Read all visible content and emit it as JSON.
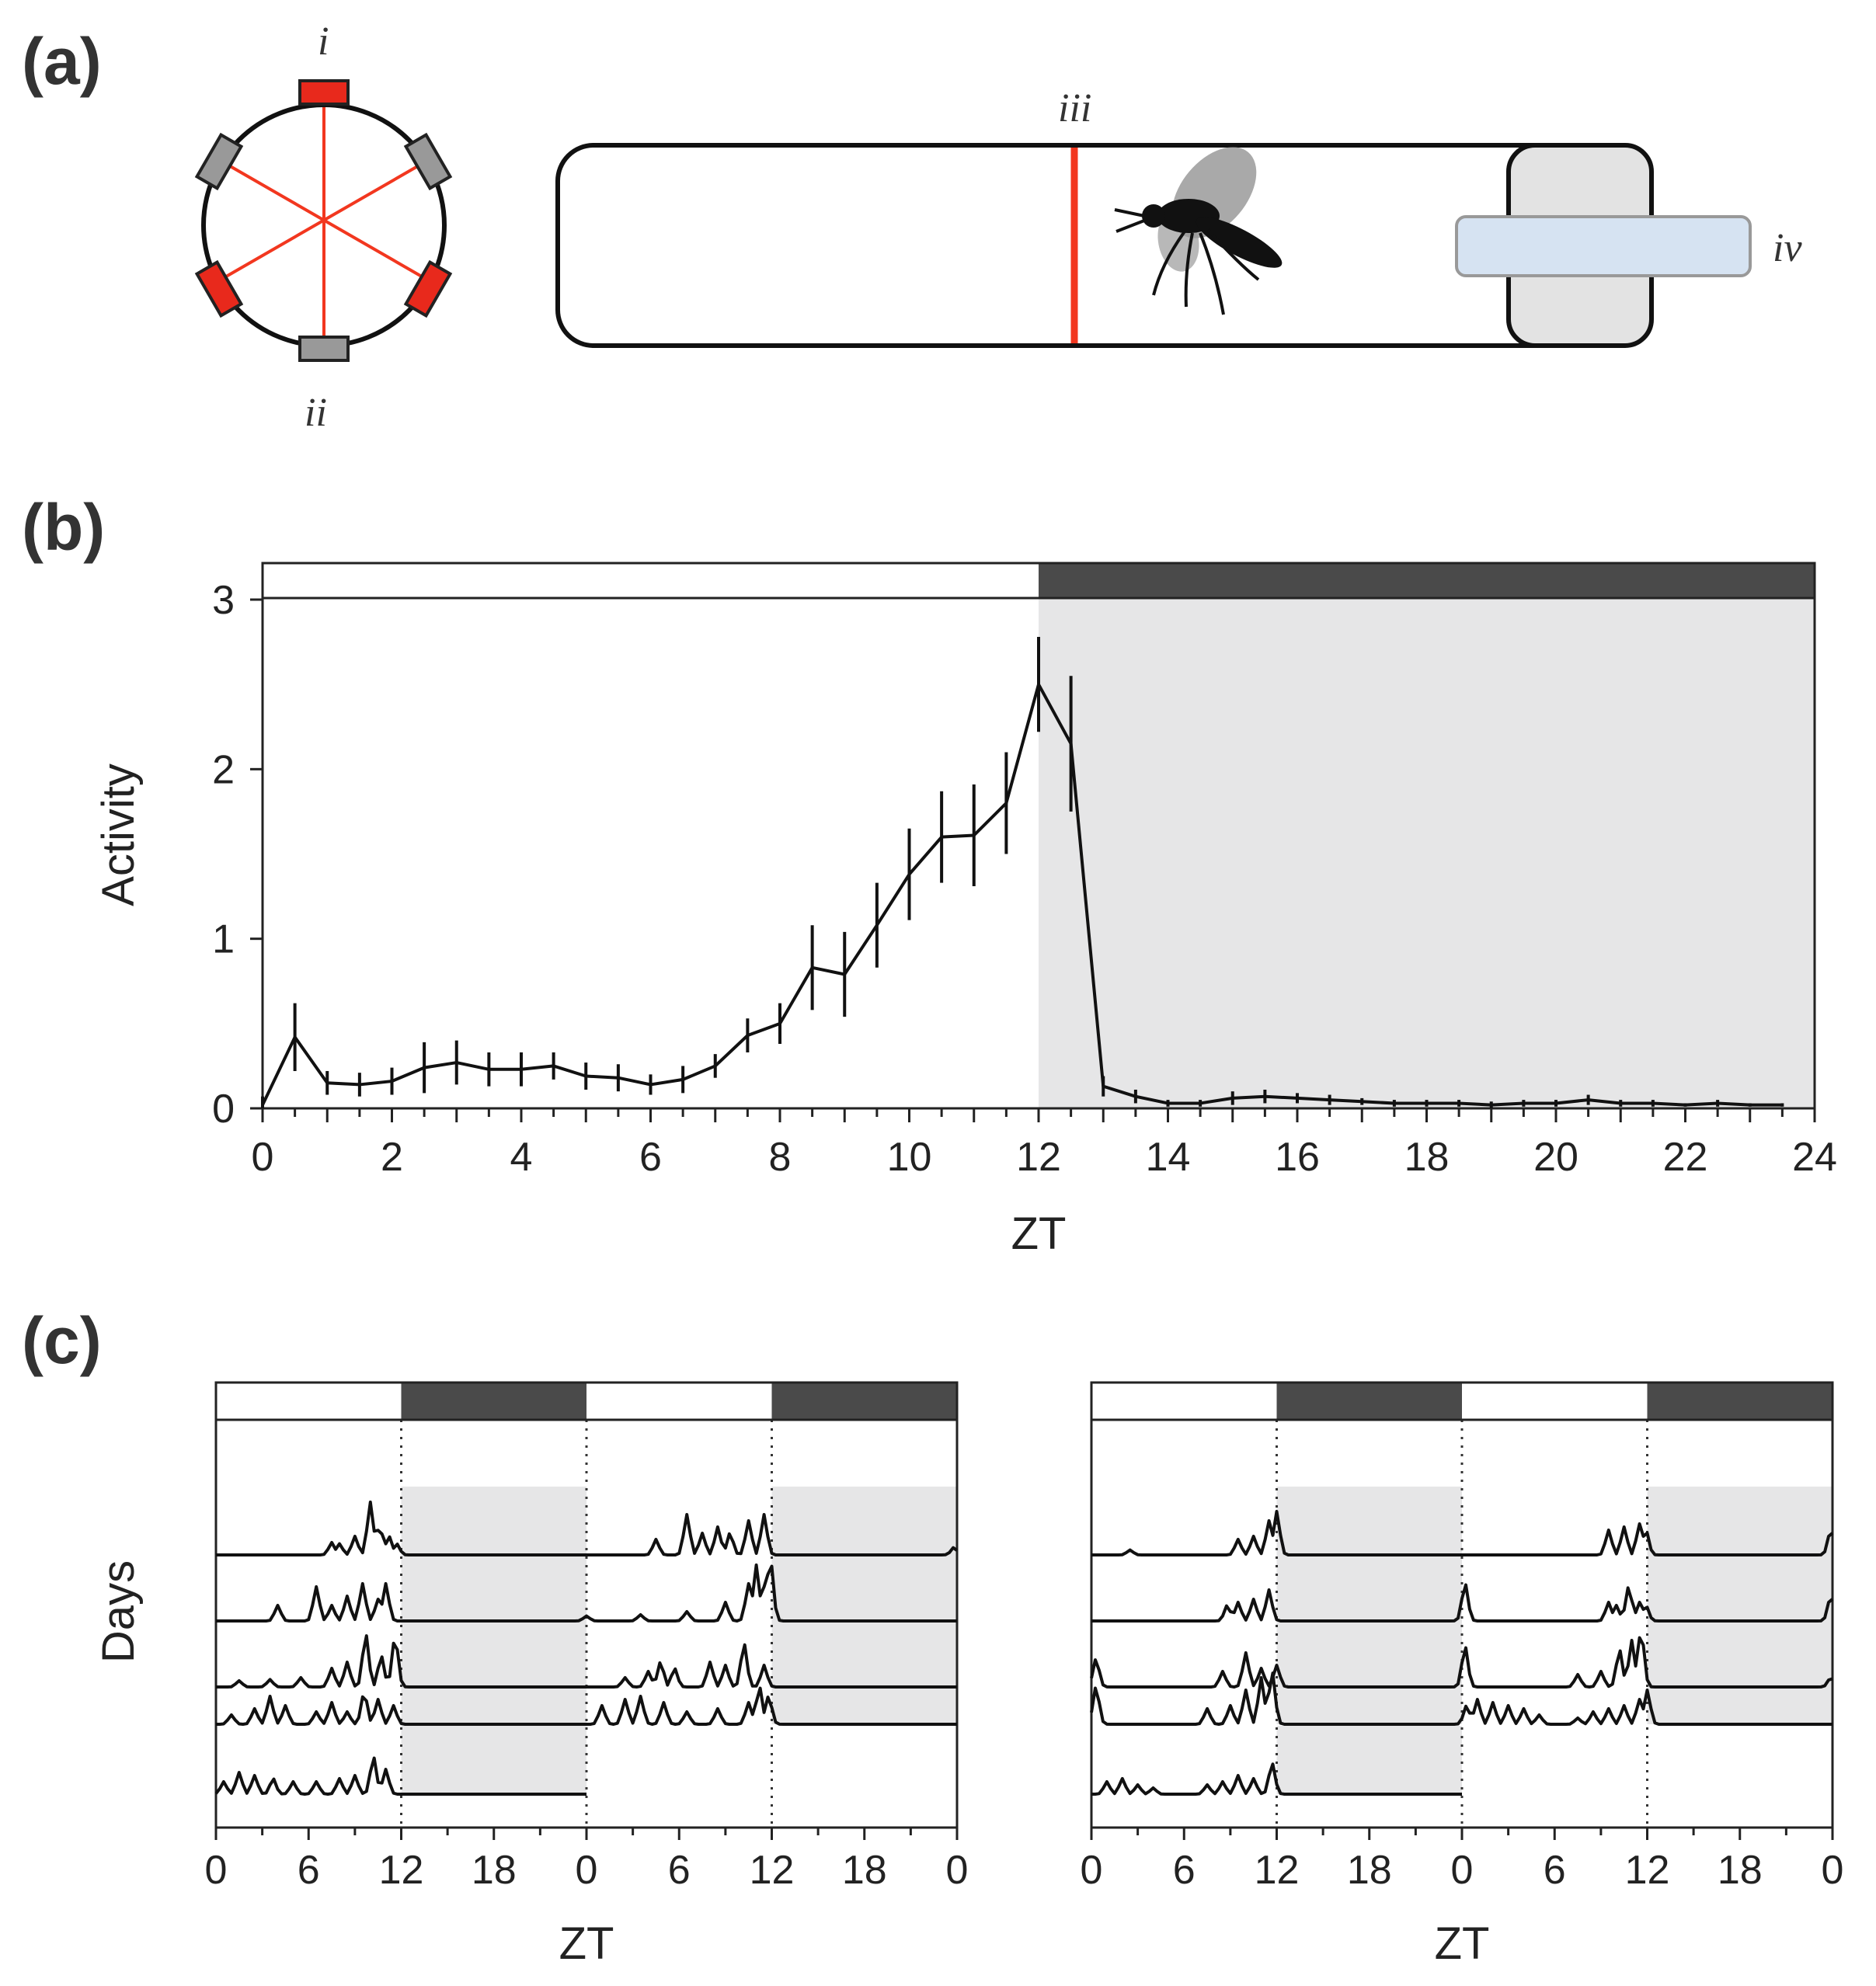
{
  "panels": {
    "a": {
      "label": "(a)",
      "markers": [
        "i",
        "ii",
        "iii",
        "iv"
      ]
    },
    "b": {
      "label": "(b)"
    },
    "c": {
      "label": "(c)"
    }
  },
  "colors": {
    "dark_bar": "#4a4a4a",
    "night_shade": "#e6e6e7",
    "ir_red": "#f2371f",
    "emitter_red": "#e8291c",
    "sensor_gray": "#999999",
    "plug_gray": "#e3e3e3",
    "vial_blue": "#d6e3f2",
    "trace": "#111111"
  },
  "chart_data": [
    {
      "type": "line",
      "panel": "b",
      "xlabel": "ZT",
      "ylabel": "Activity",
      "xlim": [
        0,
        24
      ],
      "ylim": [
        0,
        3
      ],
      "x_ticks": [
        "0",
        "2",
        "4",
        "6",
        "8",
        "10",
        "12",
        "14",
        "16",
        "18",
        "20",
        "22",
        "24"
      ],
      "y_ticks": [
        "0",
        "1",
        "2",
        "3"
      ],
      "light_dark_bar": [
        {
          "from": 0,
          "to": 12,
          "phase": "light"
        },
        {
          "from": 12,
          "to": 24,
          "phase": "dark"
        }
      ],
      "series": [
        {
          "x": [
            0,
            0.5,
            1,
            1.5,
            2,
            2.5,
            3,
            3.5,
            4,
            4.5,
            5,
            5.5,
            6,
            6.5,
            7,
            7.5,
            8,
            8.5,
            9,
            9.5,
            10,
            10.5,
            11,
            11.5,
            12,
            12.5,
            13,
            13.5,
            14,
            14.5,
            15,
            15.5,
            16,
            16.5,
            17,
            17.5,
            18,
            18.5,
            19,
            19.5,
            20,
            20.5,
            21,
            21.5,
            22,
            22.5,
            23,
            23.5
          ],
          "y": [
            0.02,
            0.42,
            0.15,
            0.14,
            0.16,
            0.24,
            0.27,
            0.23,
            0.23,
            0.25,
            0.19,
            0.18,
            0.14,
            0.17,
            0.25,
            0.43,
            0.5,
            0.83,
            0.79,
            1.08,
            1.38,
            1.6,
            1.61,
            1.8,
            2.5,
            2.15,
            0.13,
            0.07,
            0.03,
            0.03,
            0.06,
            0.07,
            0.06,
            0.05,
            0.04,
            0.03,
            0.03,
            0.03,
            0.02,
            0.03,
            0.03,
            0.05,
            0.03,
            0.03,
            0.02,
            0.03,
            0.02,
            0.02
          ],
          "err": [
            0.05,
            0.2,
            0.07,
            0.07,
            0.08,
            0.15,
            0.13,
            0.1,
            0.1,
            0.08,
            0.08,
            0.08,
            0.06,
            0.08,
            0.07,
            0.1,
            0.12,
            0.25,
            0.25,
            0.25,
            0.27,
            0.27,
            0.3,
            0.3,
            0.28,
            0.4,
            0.06,
            0.04,
            0.02,
            0.02,
            0.04,
            0.04,
            0.03,
            0.03,
            0.02,
            0.02,
            0.02,
            0.02,
            0.02,
            0.02,
            0.02,
            0.03,
            0.02,
            0.02,
            0.01,
            0.02,
            0.01,
            0.01
          ]
        }
      ]
    },
    {
      "type": "line",
      "panel": "c-left",
      "xlabel": "ZT",
      "ylabel": "Days",
      "x_ticks": [
        "0",
        "6",
        "12",
        "18",
        "0",
        "6",
        "12",
        "18",
        "0"
      ],
      "light_dark_bar": [
        {
          "from": 0,
          "to": 12,
          "phase": "light"
        },
        {
          "from": 12,
          "to": 24,
          "phase": "dark"
        },
        {
          "from": 24,
          "to": 36,
          "phase": "light"
        },
        {
          "from": 36,
          "to": 48,
          "phase": "dark"
        }
      ],
      "days": [
        {
          "from": 0,
          "to": 48,
          "peaks": [
            [
              7.5,
              0.2
            ],
            [
              8,
              0.18
            ],
            [
              9,
              0.3
            ],
            [
              10,
              0.85
            ],
            [
              10.6,
              0.45
            ],
            [
              11.2,
              0.3
            ],
            [
              11.7,
              0.18
            ],
            [
              28.5,
              0.25
            ],
            [
              30.5,
              0.65
            ],
            [
              31.5,
              0.35
            ],
            [
              32.5,
              0.45
            ],
            [
              33.3,
              0.35
            ],
            [
              34.5,
              0.55
            ],
            [
              35.5,
              0.65
            ],
            [
              47.8,
              0.12
            ]
          ]
        },
        {
          "from": 0,
          "to": 48,
          "peaks": [
            [
              4,
              0.25
            ],
            [
              6.5,
              0.55
            ],
            [
              7.5,
              0.25
            ],
            [
              8.5,
              0.4
            ],
            [
              9.5,
              0.6
            ],
            [
              10.5,
              0.35
            ],
            [
              11,
              0.6
            ],
            [
              24,
              0.08
            ],
            [
              27.5,
              0.1
            ],
            [
              30.5,
              0.15
            ],
            [
              33,
              0.3
            ],
            [
              34.5,
              0.6
            ],
            [
              35,
              0.9
            ],
            [
              35.5,
              0.55
            ],
            [
              35.9,
              1.0
            ]
          ]
        },
        {
          "from": 0,
          "to": 48,
          "peaks": [
            [
              1.5,
              0.1
            ],
            [
              3.5,
              0.12
            ],
            [
              5.5,
              0.15
            ],
            [
              7.5,
              0.3
            ],
            [
              8.5,
              0.4
            ],
            [
              9.7,
              0.85
            ],
            [
              10.7,
              0.5
            ],
            [
              11.6,
              0.8
            ],
            [
              26.5,
              0.15
            ],
            [
              28,
              0.25
            ],
            [
              28.8,
              0.4
            ],
            [
              29.7,
              0.3
            ],
            [
              32,
              0.4
            ],
            [
              33,
              0.35
            ],
            [
              34.2,
              0.7
            ],
            [
              35.5,
              0.35
            ]
          ]
        },
        {
          "from": 0,
          "to": 48,
          "peaks": [
            [
              1,
              0.15
            ],
            [
              2.5,
              0.25
            ],
            [
              3.5,
              0.45
            ],
            [
              4.5,
              0.3
            ],
            [
              6.5,
              0.2
            ],
            [
              7.5,
              0.35
            ],
            [
              8.5,
              0.2
            ],
            [
              9.6,
              0.5
            ],
            [
              10.5,
              0.4
            ],
            [
              11.5,
              0.3
            ],
            [
              25,
              0.3
            ],
            [
              26.5,
              0.4
            ],
            [
              27.5,
              0.45
            ],
            [
              29,
              0.35
            ],
            [
              30.5,
              0.2
            ],
            [
              32.5,
              0.25
            ],
            [
              34.5,
              0.35
            ],
            [
              35.2,
              0.6
            ],
            [
              35.8,
              0.45
            ]
          ]
        },
        {
          "from": 0,
          "to": 24,
          "peaks": [
            [
              0.5,
              0.2
            ],
            [
              1.5,
              0.35
            ],
            [
              2.5,
              0.3
            ],
            [
              3.7,
              0.25
            ],
            [
              5,
              0.2
            ],
            [
              6.5,
              0.2
            ],
            [
              8,
              0.25
            ],
            [
              9,
              0.3
            ],
            [
              10.2,
              0.6
            ],
            [
              11,
              0.4
            ]
          ]
        }
      ]
    },
    {
      "type": "line",
      "panel": "c-right",
      "xlabel": "ZT",
      "x_ticks": [
        "0",
        "6",
        "12",
        "18",
        "0",
        "6",
        "12",
        "18",
        "0"
      ],
      "light_dark_bar": [
        {
          "from": 0,
          "to": 12,
          "phase": "light"
        },
        {
          "from": 12,
          "to": 24,
          "phase": "dark"
        },
        {
          "from": 24,
          "to": 36,
          "phase": "light"
        },
        {
          "from": 36,
          "to": 48,
          "phase": "dark"
        }
      ],
      "days": [
        {
          "from": 0,
          "to": 48,
          "peaks": [
            [
              2.5,
              0.08
            ],
            [
              9.5,
              0.25
            ],
            [
              10.5,
              0.3
            ],
            [
              11.5,
              0.55
            ],
            [
              12,
              0.7
            ],
            [
              33.5,
              0.4
            ],
            [
              34.5,
              0.45
            ],
            [
              35.5,
              0.5
            ],
            [
              35.9,
              0.4
            ],
            [
              47.9,
              0.4
            ]
          ]
        },
        {
          "from": 0,
          "to": 48,
          "peaks": [
            [
              8.8,
              0.25
            ],
            [
              9.5,
              0.3
            ],
            [
              10.5,
              0.35
            ],
            [
              11.5,
              0.5
            ],
            [
              24.2,
              0.6
            ],
            [
              33.5,
              0.3
            ],
            [
              34,
              0.25
            ],
            [
              34.8,
              0.55
            ],
            [
              35.5,
              0.3
            ],
            [
              35.9,
              0.25
            ],
            [
              47.9,
              0.4
            ]
          ]
        },
        {
          "from": 0,
          "to": 48,
          "peaks": [
            [
              0.3,
              0.45
            ],
            [
              8.5,
              0.25
            ],
            [
              10,
              0.55
            ],
            [
              11,
              0.3
            ],
            [
              12,
              0.35
            ],
            [
              24.2,
              0.65
            ],
            [
              31.5,
              0.2
            ],
            [
              33,
              0.25
            ],
            [
              34.2,
              0.6
            ],
            [
              35,
              0.75
            ],
            [
              35.6,
              0.9
            ],
            [
              47.9,
              0.15
            ]
          ]
        },
        {
          "from": 0,
          "to": 48,
          "peaks": [
            [
              0.3,
              0.6
            ],
            [
              7.5,
              0.25
            ],
            [
              9,
              0.3
            ],
            [
              10,
              0.55
            ],
            [
              11,
              0.75
            ],
            [
              11.7,
              0.85
            ],
            [
              24.3,
              0.3
            ],
            [
              25,
              0.4
            ],
            [
              26,
              0.35
            ],
            [
              27,
              0.3
            ],
            [
              28,
              0.25
            ],
            [
              29,
              0.15
            ],
            [
              31.5,
              0.1
            ],
            [
              32.5,
              0.2
            ],
            [
              33.5,
              0.25
            ],
            [
              34.5,
              0.3
            ],
            [
              35.5,
              0.4
            ],
            [
              36,
              0.55
            ]
          ]
        },
        {
          "from": 0,
          "to": 24,
          "peaks": [
            [
              1,
              0.2
            ],
            [
              2,
              0.25
            ],
            [
              3,
              0.15
            ],
            [
              4,
              0.1
            ],
            [
              7.5,
              0.15
            ],
            [
              8.5,
              0.2
            ],
            [
              9.5,
              0.3
            ],
            [
              10.5,
              0.25
            ],
            [
              11.7,
              0.5
            ]
          ]
        }
      ]
    }
  ]
}
